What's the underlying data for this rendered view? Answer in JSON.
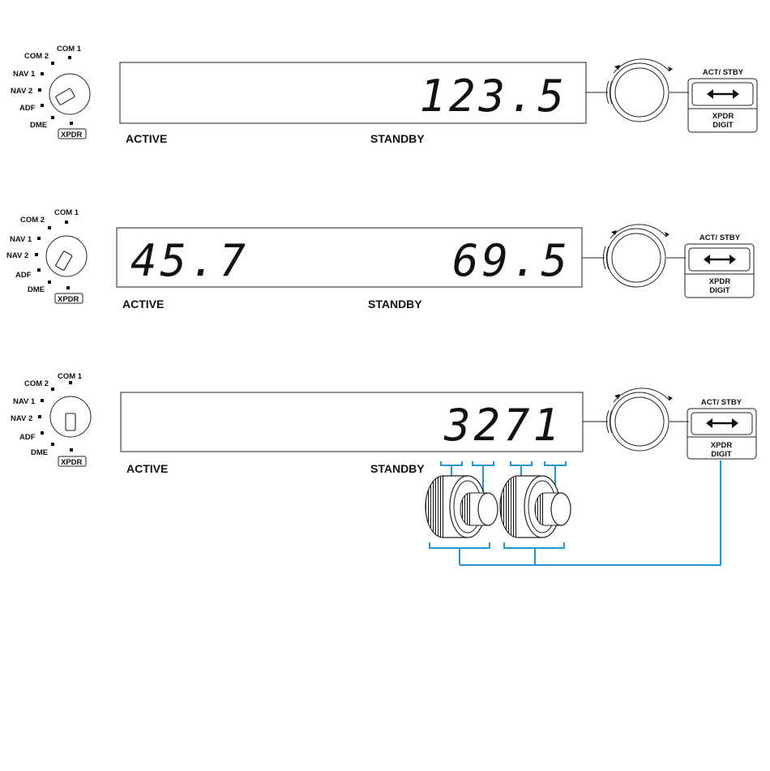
{
  "selector_positions": [
    "COM 1",
    "COM 2",
    "NAV 1",
    "NAV 2",
    "ADF",
    "DME",
    "XPDR"
  ],
  "button": {
    "top_label": "ACT/ STBY",
    "bottom_label_1": "XPDR",
    "bottom_label_2": "DIGIT"
  },
  "pane_labels": {
    "active": "ACTIVE",
    "standby": "STANDBY"
  },
  "panels": [
    {
      "active_value": "",
      "standby_value": "123.5"
    },
    {
      "active_value": "45.7",
      "standby_value": "69.5"
    },
    {
      "active_value": "",
      "standby_value": "3271"
    }
  ],
  "colors": {
    "outline": "#222222",
    "callout": "#1e9ad6"
  }
}
